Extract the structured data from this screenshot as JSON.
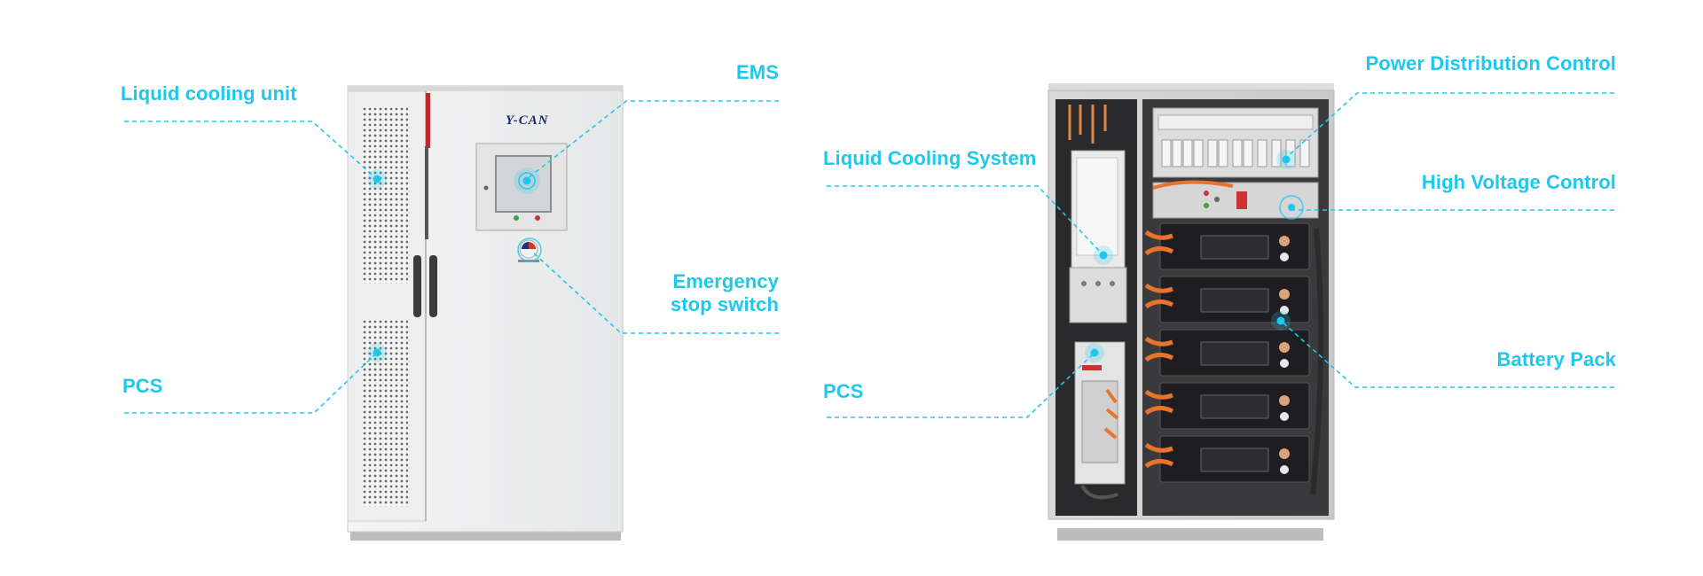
{
  "callouts": {
    "liquid_cooling_unit": "Liquid cooling unit",
    "pcs_left": "PCS",
    "ems": "EMS",
    "emergency_line1": "Emergency",
    "emergency_line2": "stop switch",
    "liquid_cooling_system": "Liquid Cooling System",
    "pcs_right": "PCS",
    "power_distribution_control": "Power Distribution Control",
    "high_voltage_control": "High Voltage Control",
    "battery_pack": "Battery Pack"
  },
  "brand": {
    "logo_text": "Y-CAN"
  },
  "colors": {
    "accent": "#1ec8ec",
    "cabinet": "#ecedee",
    "cabinet_shadow": "#c8cacc",
    "red_stripe": "#c0282a",
    "battery_module": "#1e1e22",
    "cable_orange": "#e8742c",
    "brand_text": "#1b2a6e"
  }
}
